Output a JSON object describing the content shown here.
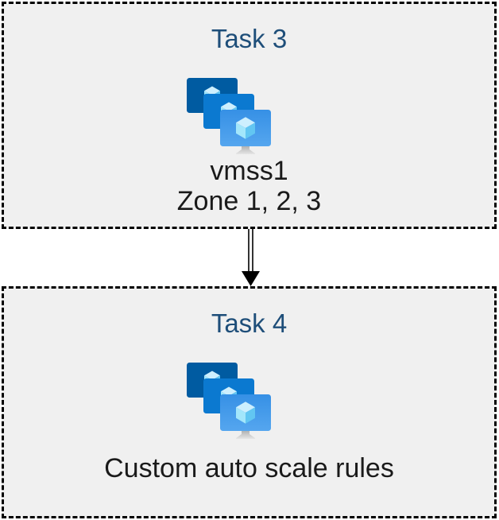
{
  "diagram": {
    "tasks": [
      {
        "title": "Task 3",
        "icon": "vm-scale-sets-icon",
        "lines": [
          "vmss1",
          "Zone 1, 2, 3"
        ]
      },
      {
        "title": "Task 4",
        "icon": "vm-scale-sets-icon",
        "lines": [
          "Custom auto scale rules"
        ]
      }
    ],
    "connector": {
      "type": "double-line-arrow",
      "direction": "down",
      "color": "#000000"
    },
    "colors": {
      "box_background": "#f0f0f0",
      "box_border": "#000000",
      "title_text": "#1e4e79",
      "body_text": "#1a1a1a",
      "monitor_back": "#005ba1",
      "monitor_middle": "#0b79d0",
      "monitor_front_top": "#3690e5",
      "monitor_front_bottom": "#55a6ef",
      "cube_top": "#cdeffe",
      "cube_left": "#a3e6fb",
      "cube_right": "#62c6f2",
      "stand_top": "#adadad",
      "stand_bottom": "#e6e6e6"
    }
  }
}
